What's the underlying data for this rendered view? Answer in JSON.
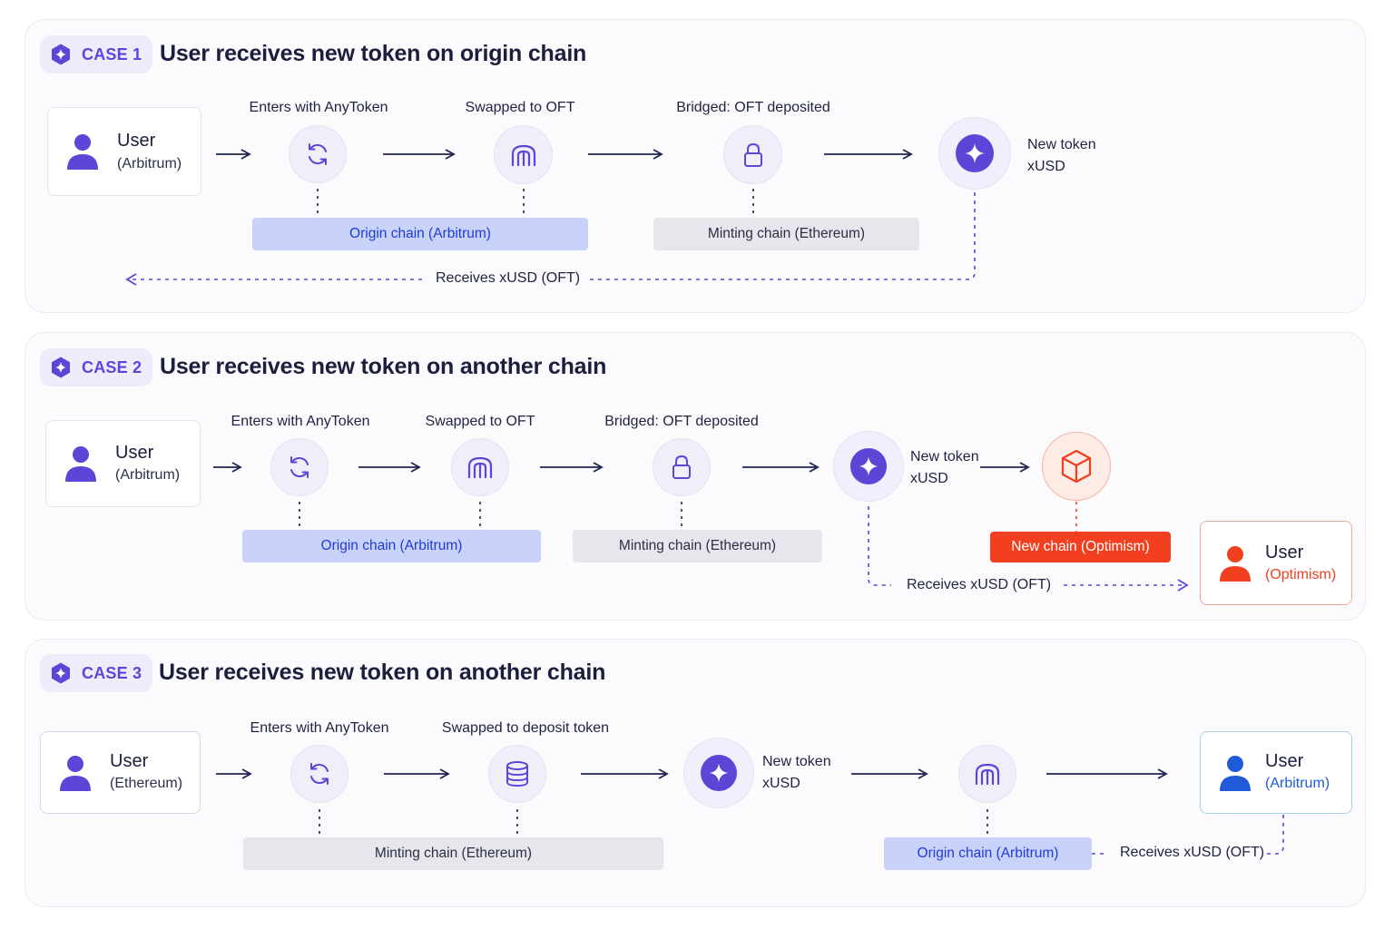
{
  "colors": {
    "accent": "#5b46d8",
    "origin_chain_bg": "#c9d2f8",
    "origin_chain_text": "#1f3bd9",
    "minting_chain_bg": "#e6e6ec",
    "new_chain_bg": "#f13f1f",
    "optimism_text": "#f13f1f",
    "arbitrum_user_text": "#1f5ad9"
  },
  "case1": {
    "badge": "CASE 1",
    "title": "User receives new token on origin chain",
    "user": {
      "name": "User",
      "chain": "(Arbitrum)"
    },
    "steps": [
      "Enters with AnyToken",
      "Swapped to OFT",
      "Bridged: OFT deposited"
    ],
    "new_token": {
      "line1": "New token",
      "line2": "xUSD"
    },
    "origin_chain": "Origin chain (Arbitrum)",
    "minting_chain": "Minting chain (Ethereum)",
    "receives": "Receives xUSD (OFT)"
  },
  "case2": {
    "badge": "CASE 2",
    "title": "User receives new token on another chain",
    "user": {
      "name": "User",
      "chain": "(Arbitrum)"
    },
    "steps": [
      "Enters with AnyToken",
      "Swapped to OFT",
      "Bridged: OFT deposited"
    ],
    "new_token": {
      "line1": "New token",
      "line2": "xUSD"
    },
    "origin_chain": "Origin chain (Arbitrum)",
    "minting_chain": "Minting chain (Ethereum)",
    "new_chain": "New chain (Optimism)",
    "receives": "Receives xUSD (OFT)",
    "dest_user": {
      "name": "User",
      "chain": "(Optimism)"
    }
  },
  "case3": {
    "badge": "CASE 3",
    "title": "User receives new token on another chain",
    "user": {
      "name": "User",
      "chain": "(Ethereum)"
    },
    "steps": [
      "Enters with AnyToken",
      "Swapped to deposit token"
    ],
    "new_token": {
      "line1": "New token",
      "line2": "xUSD"
    },
    "minting_chain": "Minting chain (Ethereum)",
    "origin_chain": "Origin chain (Arbitrum)",
    "receives": "Receives xUSD (OFT)",
    "dest_user": {
      "name": "User",
      "chain": "(Arbitrum)"
    }
  }
}
